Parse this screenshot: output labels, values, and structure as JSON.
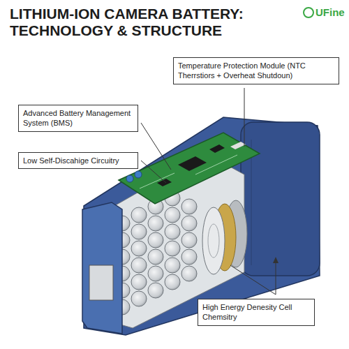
{
  "diagram": {
    "title": "LITHIUM-ION CAMERA BATTERY: TECHNOLOGY & STRUCTURE",
    "nodes": [
      {
        "text": [
          "Temperature Protection Module (NTC Therrstiors + Overheat Shutdoun)"
        ]
      },
      {
        "text": [
          "Advanced Battery Management System (BMS)"
        ]
      },
      {
        "text": [
          "Low Self-Discahige Circuitry"
        ]
      },
      {
        "text": [
          "High Energy Denesity Cell Chemsitry"
        ]
      }
    ],
    "labels": [
      "UFine"
    ]
  }
}
